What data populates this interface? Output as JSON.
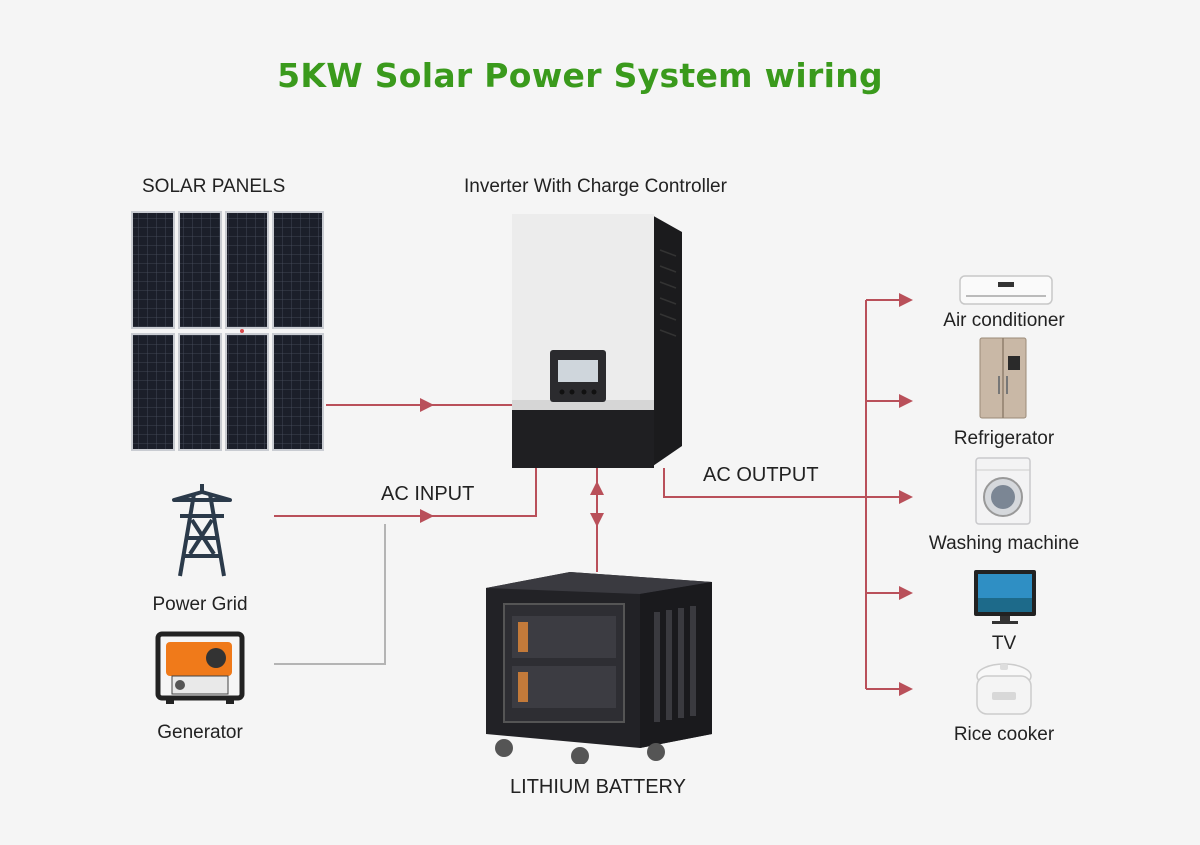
{
  "title": "5KW Solar Power System wiring",
  "colors": {
    "title": "#3a9a1c",
    "wire_red": "#b9505a",
    "wire_gray": "#b4b4b4",
    "background": "#f5f5f5"
  },
  "labels": {
    "solar_panels": "SOLAR PANELS",
    "inverter": "Inverter With Charge Controller",
    "ac_input": "AC INPUT",
    "ac_output": "AC OUTPUT",
    "power_grid": "Power Grid",
    "generator": "Generator",
    "battery": "LITHIUM BATTERY"
  },
  "appliances": [
    {
      "id": "air-conditioner",
      "label": "Air conditioner"
    },
    {
      "id": "refrigerator",
      "label": "Refrigerator"
    },
    {
      "id": "washing-machine",
      "label": "Washing machine"
    },
    {
      "id": "tv",
      "label": "TV"
    },
    {
      "id": "rice-cooker",
      "label": "Rice cooker"
    }
  ]
}
